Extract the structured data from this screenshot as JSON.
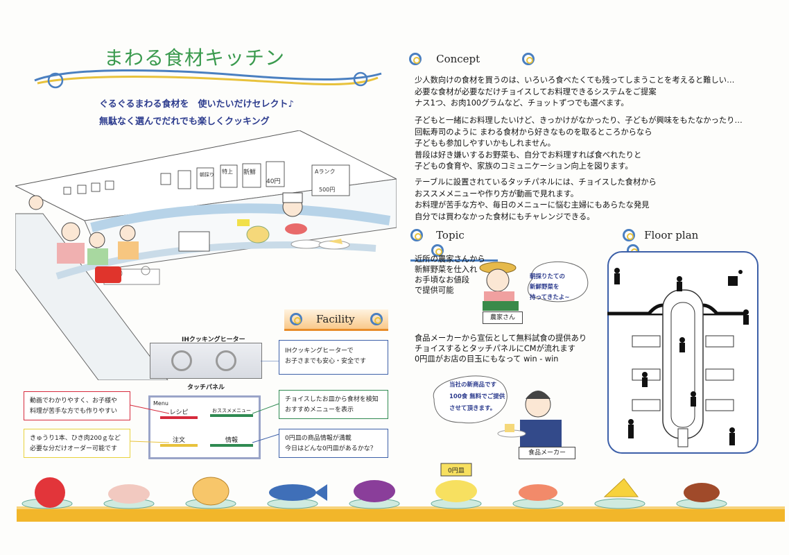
{
  "header": {
    "title": "まわる食材キッチン",
    "subtitle1": "ぐるぐるまわる食材を　使いたいだけセレクト♪",
    "subtitle2": "無駄なく選んでだれでも楽しくクッキング"
  },
  "concept": {
    "heading": "Concept",
    "paragraphs": [
      [
        "少人数向けの食材を買うのは、いろいろ食べたくても残ってしまうことを考えると難しい…",
        "必要な食材が必要なだけチョイスしてお料理できるシステムをご提案",
        "ナス1つ、お肉100グラムなど、チョットずつでも選べます。"
      ],
      [
        "子どもと一緒にお料理したいけど、きっかけがなかったり、子どもが興味をもたなかったり…",
        "回転寿司のように まわる食材から好きなものを取るところからなら",
        "子どもも参加しやすいかもしれません。",
        "普段は好き嫌いするお野菜も、自分でお料理すれば食べれたりと",
        "子どもの食育や、家族のコミュニケーション向上を図ります。"
      ],
      [
        "テーブルに設置されているタッチパネルには、チョイスした食材から",
        "おススメメニューや作り方が動画で見れます。",
        "お料理が苦手な方や、毎日のメニューに悩む主婦にもあらたな発見",
        "自分では買わなかった食材にもチャレンジできる。"
      ]
    ]
  },
  "topic": {
    "heading": "Topic",
    "farmer_text": [
      "近所の農家さんから",
      "新鮮野菜を仕入れ",
      "お手頃なお値段",
      "で提供可能"
    ],
    "farmer_bubble": [
      "朝採りたての",
      "新鮮野菜を",
      "持ってきたよ~"
    ],
    "farmer_label": "農家さん",
    "maker_text": [
      "食品メーカーから宣伝として無料試食の提供あり",
      "チョイスするとタッチパネルにCMが流れます",
      "0円皿がお店の目玉にもなって win - win"
    ],
    "maker_bubble": [
      "当社の新商品です",
      "100食 無料でご提供",
      "させて頂きます。"
    ],
    "maker_label": "食品メーカー"
  },
  "floorplan": {
    "heading": "Floor plan"
  },
  "facility": {
    "heading": "Facility",
    "ih_label": "IHクッキングヒーター",
    "ih_note": [
      "IHクッキングヒーターで",
      "お子さまでも安心・安全です"
    ],
    "panel_label": "タッチパネル",
    "menu_label": "Menu",
    "buttons": [
      "レシピ",
      "おススメメニュー",
      "注文",
      "情報"
    ],
    "note_red": [
      "動画でわかりやすく、お子様や",
      "料理が苦手な方でも作りやすい"
    ],
    "note_yellow": [
      "きゅうり1本、ひき肉200ｇなど",
      "必要な分だけオーダー可能です"
    ],
    "note_green": [
      "チョイスしたお皿から食材を検知",
      "おすすめメニューを表示"
    ],
    "note_blue": [
      "0円皿の商品情報が満載",
      "今日はどんな0円皿があるかな？"
    ]
  },
  "illustration": {
    "signs": [
      "朝採り",
      "特上",
      "新鮮",
      "Aランク",
      "40円",
      "500円"
    ],
    "flag": "0円皿"
  },
  "colors": {
    "title_green": "#3a9a4e",
    "navy": "#2d3c8e",
    "belt_yellow": "#f2b62a"
  }
}
